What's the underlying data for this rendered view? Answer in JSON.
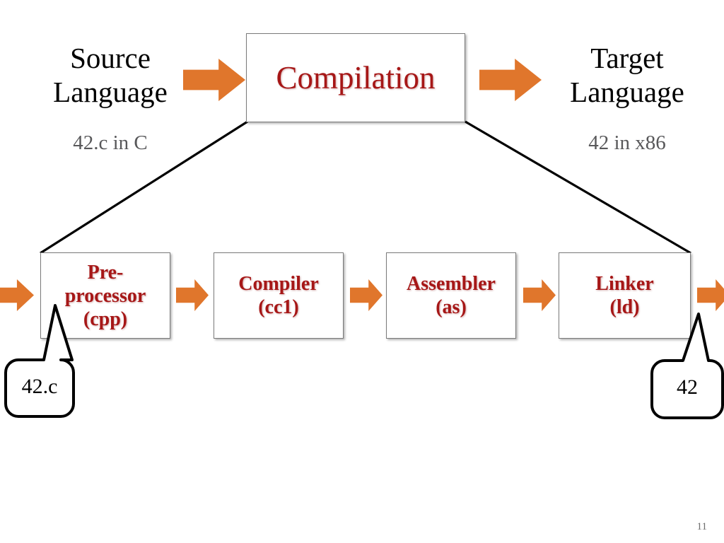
{
  "slide": {
    "page_number": "11",
    "colors": {
      "arrow_orange": "#e0762c",
      "box_text_red": "#a61717",
      "sub_label_gray": "#58585a",
      "line_black": "#000000",
      "box_border_gray": "#7a7a7a"
    }
  },
  "top_row": {
    "source": {
      "title": "Source\nLanguage",
      "subtitle": "42.c in C"
    },
    "center_box": {
      "label": "Compilation"
    },
    "target": {
      "title": "Target\nLanguage",
      "subtitle": "42 in x86"
    }
  },
  "pipeline": {
    "stages": [
      {
        "id": "preprocessor",
        "label": "Pre-\nprocessor\n(cpp)"
      },
      {
        "id": "compiler",
        "label": "Compiler\n(cc1)"
      },
      {
        "id": "assembler",
        "label": "Assembler\n(as)"
      },
      {
        "id": "linker",
        "label": "Linker\n(ld)"
      }
    ]
  },
  "callouts": {
    "input": {
      "text": "42.c"
    },
    "output": {
      "text": "42"
    }
  }
}
